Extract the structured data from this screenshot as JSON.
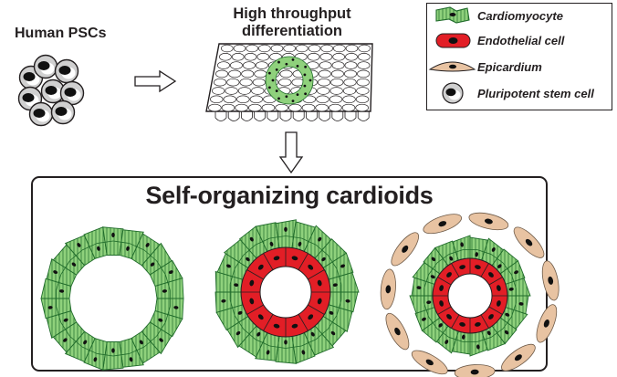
{
  "left_label": "Human PSCs",
  "top_title": "High throughput\ndifferentiation",
  "legend": {
    "items": [
      {
        "label": "Cardiomyocyte",
        "icon": "cardiomyocyte-icon",
        "color": "#6abf5a"
      },
      {
        "label": "Endothelial cell",
        "icon": "endothelial-cell-icon",
        "color": "#e21e26"
      },
      {
        "label": "Epicardium",
        "icon": "epicardium-icon",
        "color": "#e8c4a0"
      },
      {
        "label": "Pluripotent stem cell",
        "icon": "pluripotent-stem-cell-icon",
        "color": "#cccccc"
      }
    ]
  },
  "main_title": "Self-organizing cardioids",
  "colors": {
    "cardiomyocyte": "#8fd17c",
    "cardiomyocyte_stroke": "#1f6b2a",
    "endothelial": "#e21e26",
    "epicardium": "#e8c3a2",
    "nucleus": "#111111",
    "outline": "#231f20"
  }
}
